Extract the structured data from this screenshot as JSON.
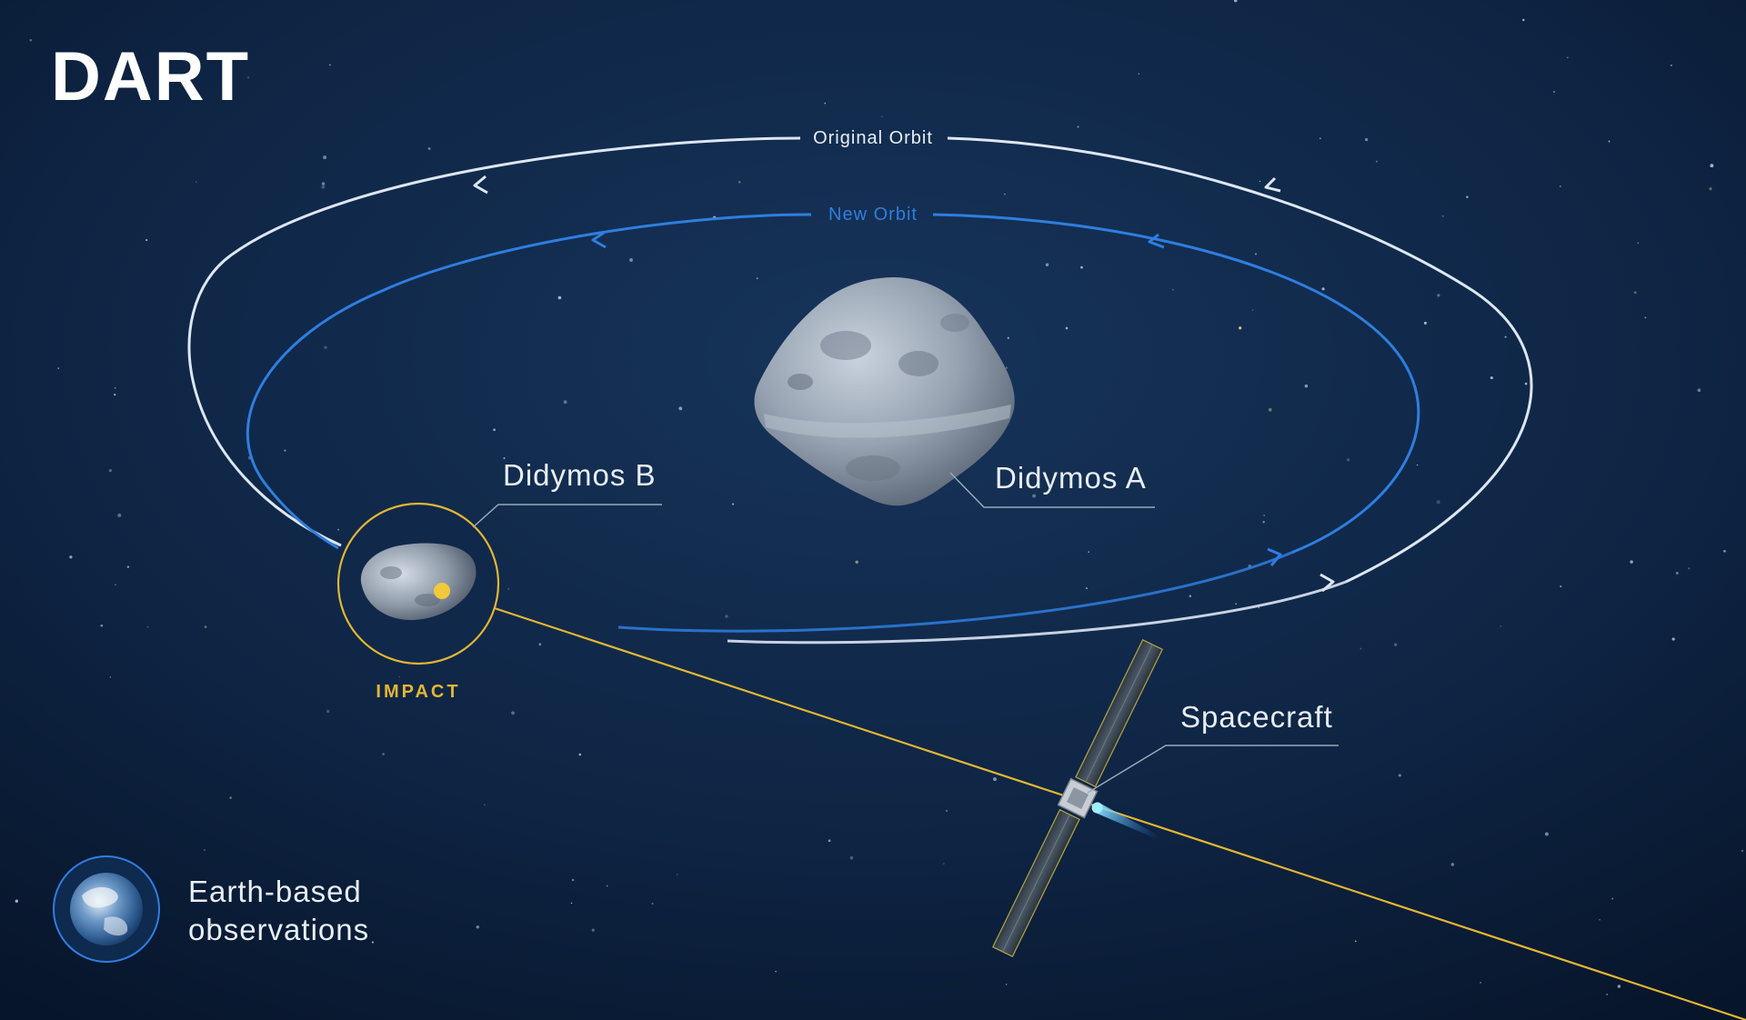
{
  "logo_text": "DART",
  "orbits": {
    "original_label": "Original Orbit",
    "new_label": "New Orbit"
  },
  "labels": {
    "didymos_a": "Didymos A",
    "didymos_b": "Didymos B",
    "impact": "IMPACT",
    "spacecraft": "Spacecraft",
    "earth_line1": "Earth-based",
    "earth_line2": "observations"
  },
  "colors": {
    "background": "#0b1d35",
    "original_orbit": "#dde6f2",
    "new_orbit": "#2f7ee0",
    "impact": "#e3b632",
    "text": "#e8eef6"
  }
}
